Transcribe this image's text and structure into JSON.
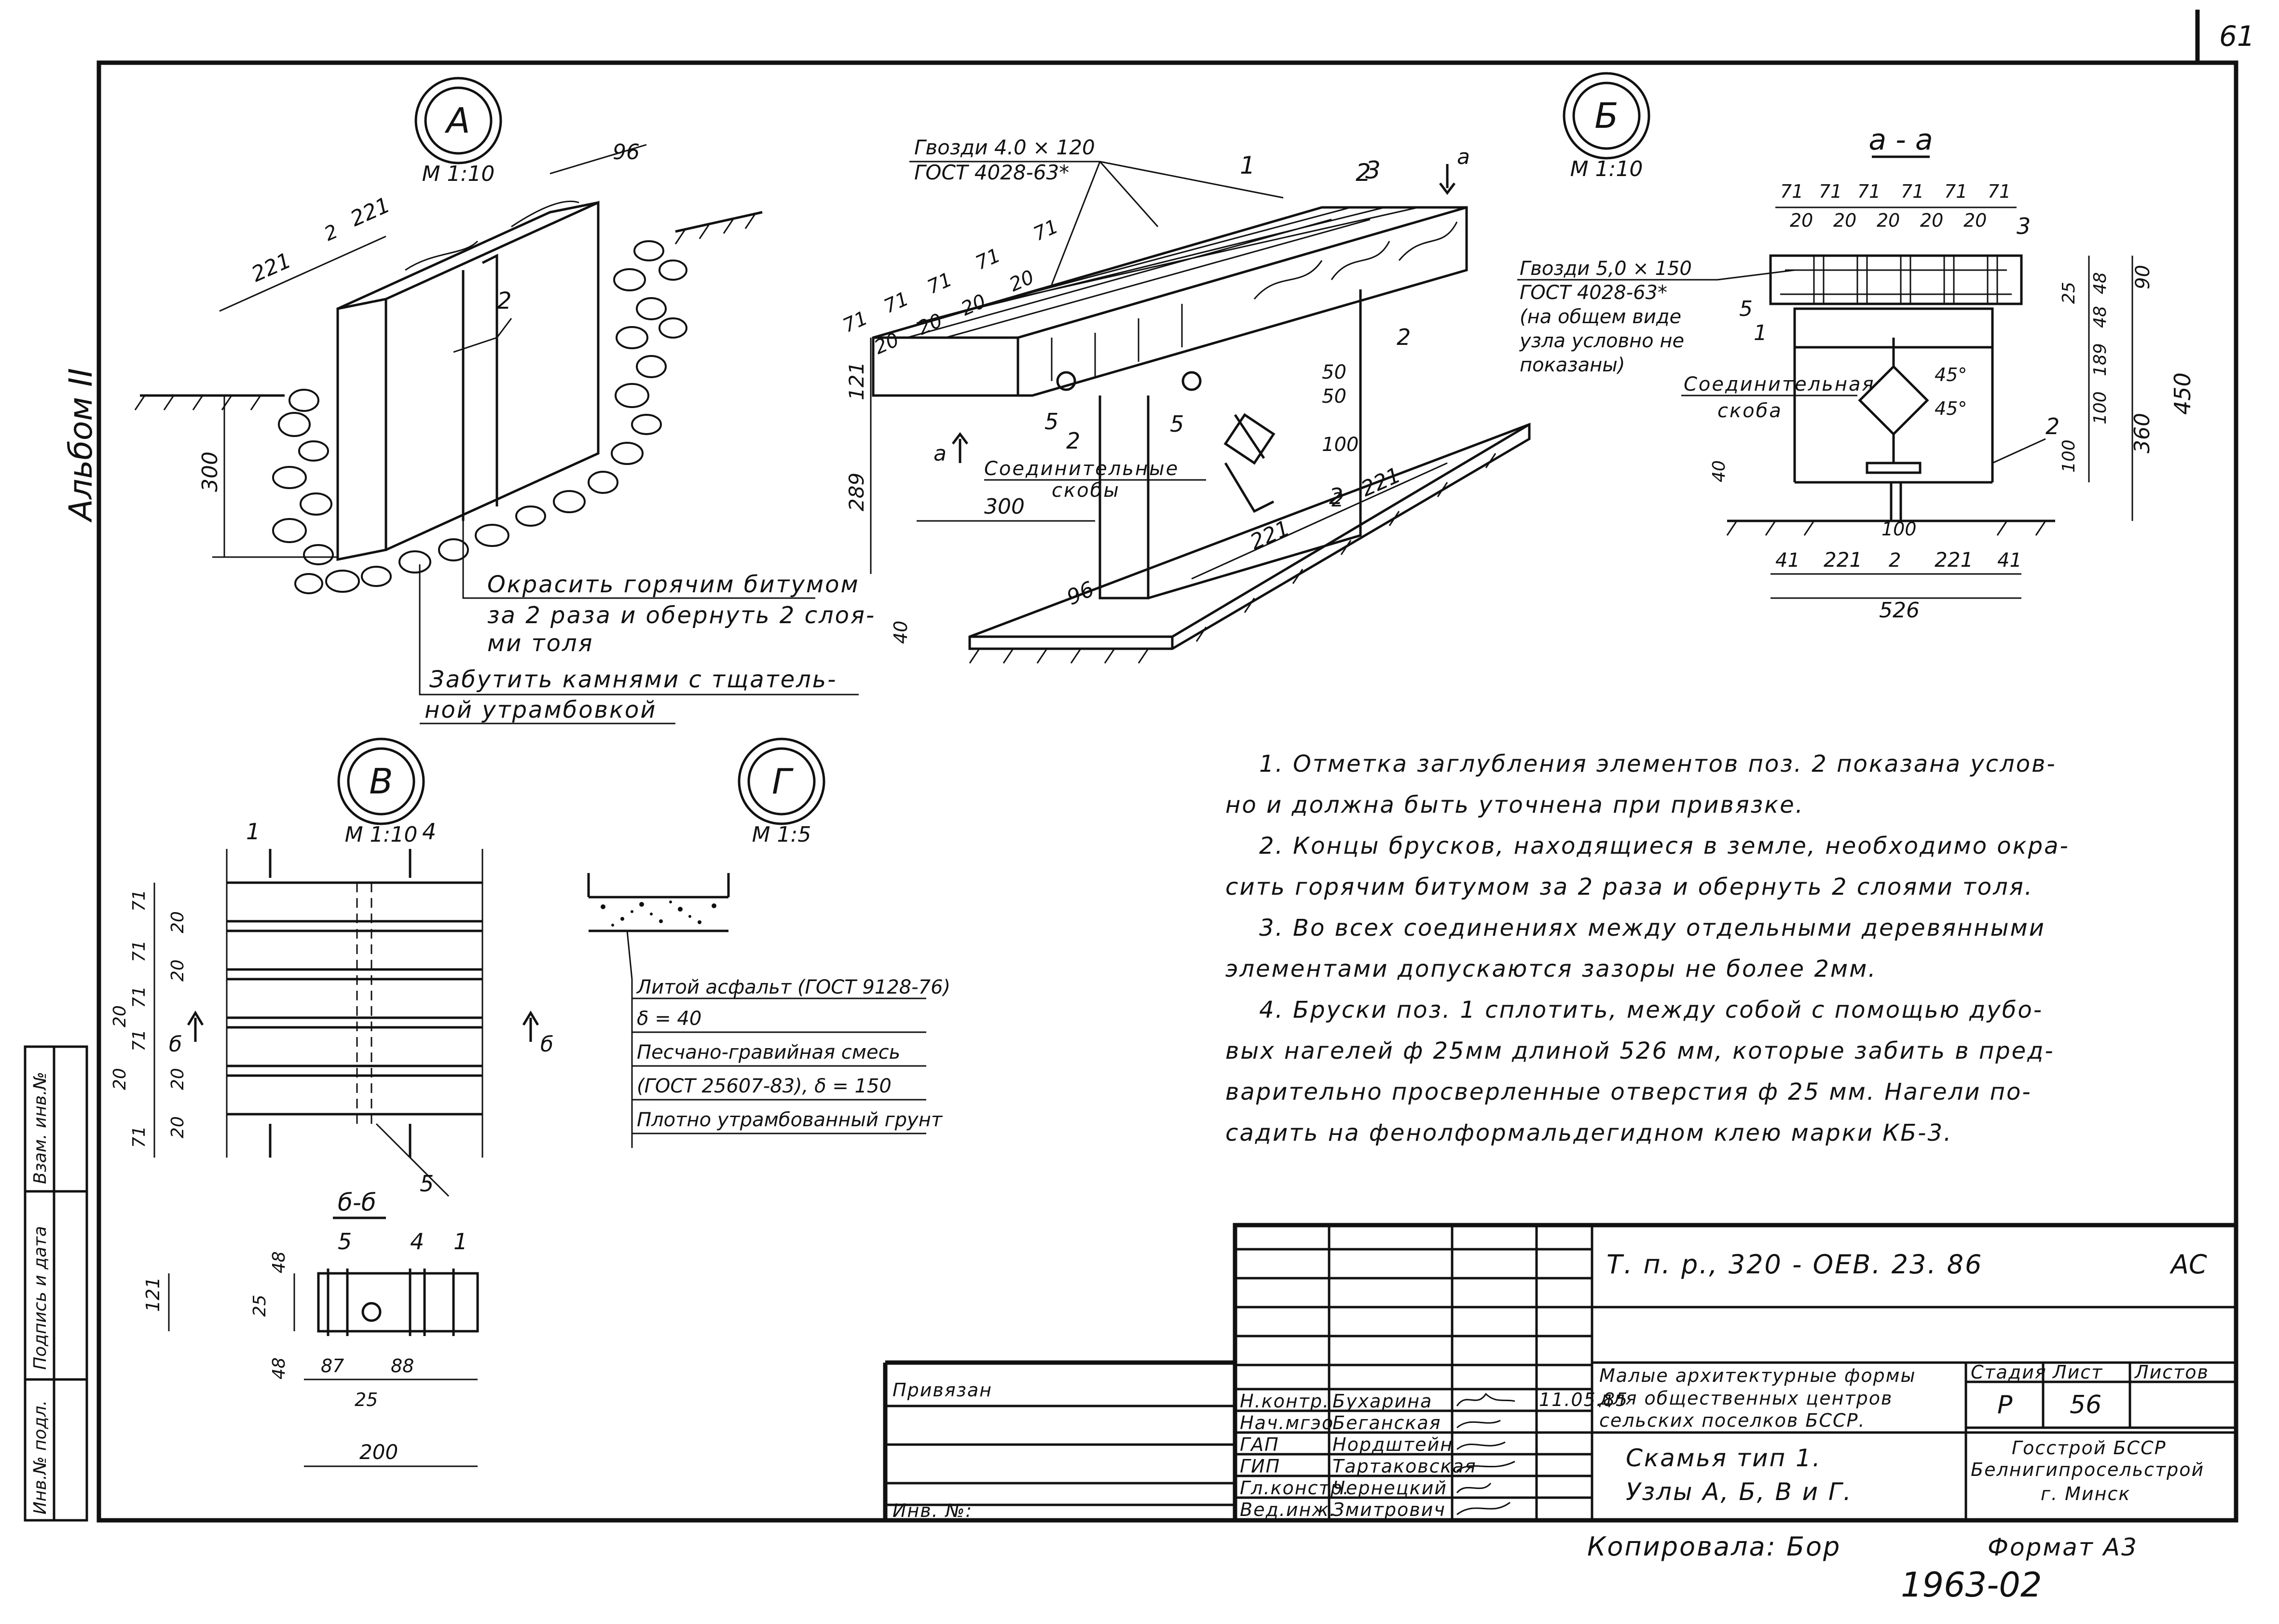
{
  "sheet": {
    "page_number": "61",
    "album": "Альбом II",
    "copied_by": "Копировала: Бор",
    "format": "Формат А3",
    "stamp_number": "1963-02"
  },
  "side_stamps": [
    "Взам. инв.№",
    "Подпись и дата",
    "Инв.№ подл."
  ],
  "nodes": {
    "A": {
      "label": "А",
      "scale": "М 1:10"
    },
    "B": {
      "label": "Б",
      "scale": "М 1:10"
    },
    "V": {
      "label": "В",
      "scale": "М 1:10"
    },
    "G": {
      "label": "Г",
      "scale": "М 1:5"
    }
  },
  "node_a": {
    "dims": [
      "221",
      "221",
      "2",
      "96",
      "300",
      "2"
    ],
    "note_paint": [
      "Окрасить горячим битумом",
      "за 2 раза и обернуть 2 слоя-",
      "ми толя"
    ],
    "note_stones": [
      "Забутить камнями с тщатель-",
      "ной утрамбовкой"
    ]
  },
  "bench": {
    "nails": [
      "Гвозди 4.0 × 120",
      "ГОСТ 4028-63*"
    ],
    "dims": [
      "71",
      "71",
      "71",
      "71",
      "71",
      "20",
      "20",
      "20",
      "20",
      "121",
      "289",
      "300",
      "96",
      "221",
      "221",
      "2",
      "50",
      "50",
      "100",
      "40"
    ],
    "positions": [
      "1",
      "2",
      "3",
      "5",
      "2",
      "5",
      "2",
      "2"
    ],
    "section_mark": "а",
    "staples": [
      "Соединительные",
      "скобы"
    ]
  },
  "node_b": {
    "section_title": "а - а",
    "nails": [
      "Гвозди 5,0 × 150",
      "ГОСТ 4028-63*",
      "(на общем виде",
      "узла условно не",
      "показаны)"
    ],
    "staple": [
      "Соединительная",
      "скоба"
    ],
    "top_dims": [
      "71",
      "71",
      "71",
      "71",
      "71",
      "71",
      "20",
      "20",
      "20",
      "20",
      "20"
    ],
    "side_dims": [
      "48",
      "90",
      "25",
      "48",
      "189",
      "100",
      "450",
      "360",
      "100",
      "40"
    ],
    "angles": [
      "45°",
      "45°"
    ],
    "bottom_dims": [
      "41",
      "221",
      "2",
      "221",
      "41",
      "526",
      "100"
    ],
    "positions": [
      "3",
      "5",
      "1",
      "2"
    ]
  },
  "node_v": {
    "positions": [
      "1",
      "4",
      "5"
    ],
    "dims": [
      "71",
      "20",
      "71",
      "20",
      "71",
      "20",
      "20",
      "71",
      "20",
      "71",
      "20"
    ],
    "section_mark": "б",
    "section_label": "б-б"
  },
  "section_bb": {
    "positions": [
      "5",
      "4",
      "1"
    ],
    "dims": [
      "48",
      "25",
      "121",
      "48",
      "87",
      "88",
      "25",
      "200"
    ]
  },
  "node_g": {
    "layers": [
      "Литой асфальт (ГОСТ 9128-76)",
      "δ = 40",
      "Песчано-гравийная смесь",
      "(ГОСТ 25607-83), δ = 150",
      "Плотно утрамбованный грунт"
    ]
  },
  "notes": [
    "1. Отметка заглубления элементов поз. 2   показана услов-",
    "но и должна быть уточнена   при привязке.",
    "2. Концы брусков, находящиеся в земле, необходимо окра-",
    "сить горячим битумом за 2 раза и обернуть 2 слоями толя.",
    "3. Во всех соединениях между отдельными деревянными",
    "элементами   допускаются   зазоры не более   2мм.",
    "4. Бруски  поз. 1 сплотить, между собой с помощью дубо-",
    "вых нагелей ф 25мм длиной 526 мм, которые забить в пред-",
    "варительно  просверленные отверстия  ф 25 мм. Нагели по-",
    "садить на фенолформальдегидном клею марки КБ-3."
  ],
  "title_block": {
    "doc_code": "Т. п. р., 320 - ОЕВ. 23. 86",
    "section": "АС",
    "privyazan": "Привязан",
    "inv": "Инв. №:",
    "roles": [
      "Н.контр.",
      "Нач.мгэо",
      "ГАП",
      "ГИП",
      "Гл.констр.",
      "Вед.инж."
    ],
    "names": [
      "Бухарина",
      "Беганская",
      "Нордштейн",
      "Тартаковская",
      "Чернецкий",
      "Змитрович"
    ],
    "date": "11.05.85",
    "project": [
      "Малые архитектурные формы",
      "для общественных центров",
      "сельских поселков БССР."
    ],
    "sheet_title": [
      "Скамья тип 1.",
      "Узлы А, Б, В и Г."
    ],
    "stage_hdr": "Стадия",
    "sheet_hdr": "Лист",
    "sheets_hdr": "Листов",
    "stage": "Р",
    "sheet": "56",
    "org": [
      "Госстрой БССР",
      "Белнигипросельстрой",
      "г. Минск"
    ]
  }
}
